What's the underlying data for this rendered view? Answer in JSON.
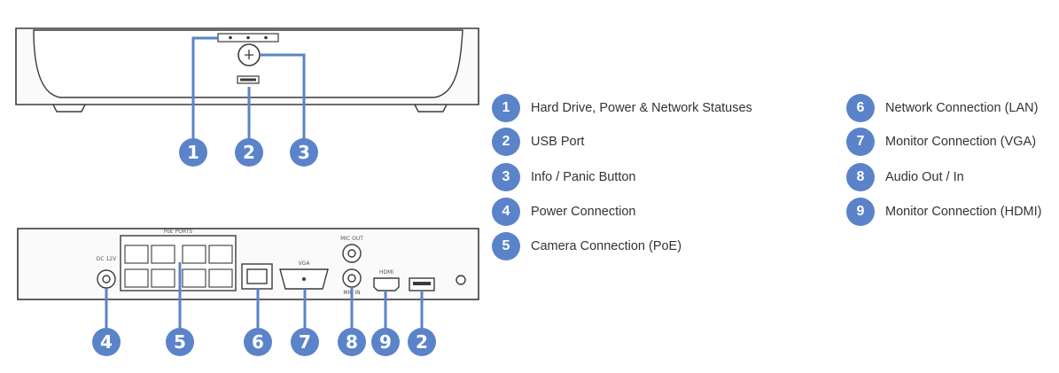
{
  "theme": {
    "callout_color": "#5b83c9",
    "device_outline": "#3a3a3a",
    "panel_fill": "#fafafa",
    "text_color": "#333333"
  },
  "callouts": {
    "front": [
      "1",
      "2",
      "3"
    ],
    "rear": [
      "4",
      "5",
      "6",
      "7",
      "8",
      "9",
      "2"
    ]
  },
  "rear_labels": {
    "poe_ports": "PoE PORTS",
    "vga": "VGA",
    "hdmi": "HDMI",
    "mic_out": "MIC OUT",
    "mic_in": "MIC IN",
    "dc": "DC 12V"
  },
  "legend": [
    {
      "number": "1",
      "label": "Hard Drive, Power & Network Statuses"
    },
    {
      "number": "2",
      "label": "USB Port"
    },
    {
      "number": "3",
      "label": "Info / Panic Button"
    },
    {
      "number": "4",
      "label": "Power Connection"
    },
    {
      "number": "5",
      "label": "Camera Connection (PoE)"
    },
    {
      "number": "6",
      "label": "Network Connection (LAN)"
    },
    {
      "number": "7",
      "label": "Monitor Connection (VGA)"
    },
    {
      "number": "8",
      "label": "Audio Out / In"
    },
    {
      "number": "9",
      "label": "Monitor Connection (HDMI)"
    }
  ]
}
